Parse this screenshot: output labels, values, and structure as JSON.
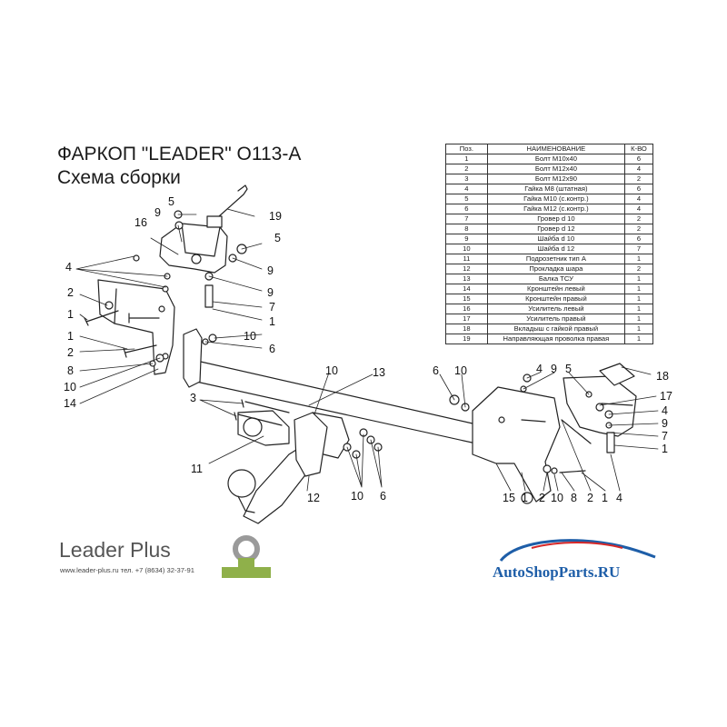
{
  "title": {
    "line1": "ФАРКОП \"LEADER\" О113-А",
    "line2": "Схема сборки"
  },
  "table": {
    "headers": {
      "pos": "Поз.",
      "name": "НАИМЕНОВАНИЕ",
      "qty": "К-ВО"
    },
    "rows": [
      {
        "pos": "1",
        "name": "Болт М10х40",
        "qty": "6"
      },
      {
        "pos": "2",
        "name": "Болт М12х40",
        "qty": "4"
      },
      {
        "pos": "3",
        "name": "Болт М12х90",
        "qty": "2"
      },
      {
        "pos": "4",
        "name": "Гайка  М8 (штатная)",
        "qty": "6"
      },
      {
        "pos": "5",
        "name": "Гайка  М10 (с.контр.)",
        "qty": "4"
      },
      {
        "pos": "6",
        "name": "Гайка М12 (с.контр.)",
        "qty": "4"
      },
      {
        "pos": "7",
        "name": "Гровер d 10",
        "qty": "2"
      },
      {
        "pos": "8",
        "name": "Гровер d 12",
        "qty": "2"
      },
      {
        "pos": "9",
        "name": "Шайба d 10",
        "qty": "6"
      },
      {
        "pos": "10",
        "name": "Шайба d 12",
        "qty": "7"
      },
      {
        "pos": "11",
        "name": "Подрозетник тип А",
        "qty": "1"
      },
      {
        "pos": "12",
        "name": "Прокладка шара",
        "qty": "2"
      },
      {
        "pos": "13",
        "name": "Балка ТСУ",
        "qty": "1"
      },
      {
        "pos": "14",
        "name": "Кронштейн левый",
        "qty": "1"
      },
      {
        "pos": "15",
        "name": "Кронштейн правый",
        "qty": "1"
      },
      {
        "pos": "16",
        "name": "Усилитель левый",
        "qty": "1"
      },
      {
        "pos": "17",
        "name": "Усилитель правый",
        "qty": "1"
      },
      {
        "pos": "18",
        "name": "Вкладыш с гайкой правый",
        "qty": "1"
      },
      {
        "pos": "19",
        "name": "Направляющая проволка правая",
        "qty": "1"
      }
    ]
  },
  "callouts": [
    "1",
    "2",
    "3",
    "4",
    "5",
    "6",
    "7",
    "8",
    "9",
    "10",
    "11",
    "12",
    "13",
    "14",
    "15",
    "16",
    "17",
    "18",
    "19"
  ],
  "brand": {
    "name": "Leader Plus",
    "contact": "www.leader-plus.ru   тел. +7 (8634) 32-37-91",
    "logo_color": "#8fb04a"
  },
  "watermark": {
    "text": "AutoShopParts.RU",
    "color": "#1e5ea8",
    "accent": "#d62828"
  }
}
